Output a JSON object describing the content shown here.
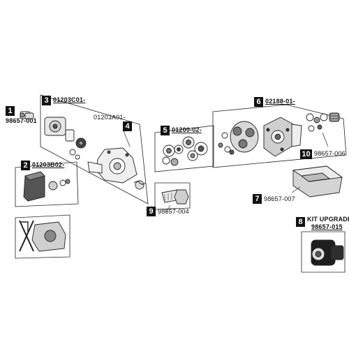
{
  "parts": [
    {
      "number": "1",
      "code": "98657-001"
    },
    {
      "number": "2",
      "code": "01203B02-"
    },
    {
      "number": "3",
      "code": "01203C01-"
    },
    {
      "number": "4",
      "code": "01203A01-"
    },
    {
      "number": "5",
      "code": "01200-02-"
    },
    {
      "number": "6",
      "code": "02188-01-"
    },
    {
      "number": "7",
      "code": "98657-007"
    },
    {
      "number": "8",
      "title": "KIT UPGRADE",
      "code": "98657-015"
    },
    {
      "number": "9",
      "code": "98657-004"
    },
    {
      "number": "10",
      "code": "98657-006"
    }
  ]
}
